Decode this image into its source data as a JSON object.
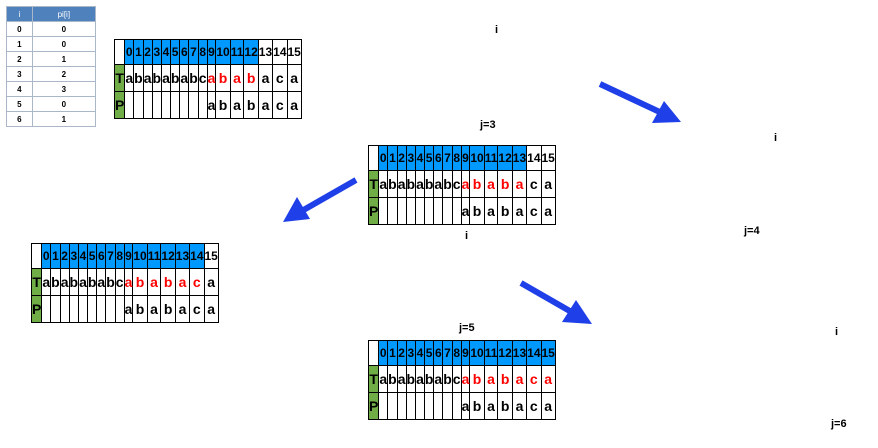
{
  "pi_table": {
    "headers": [
      "i",
      "pi[i]"
    ],
    "rows": [
      [
        "0",
        "0"
      ],
      [
        "1",
        "0"
      ],
      [
        "2",
        "1"
      ],
      [
        "3",
        "2"
      ],
      [
        "4",
        "3"
      ],
      [
        "5",
        "0"
      ],
      [
        "6",
        "1"
      ]
    ]
  },
  "steps": [
    {
      "indices": [
        "0",
        "1",
        "2",
        "3",
        "4",
        "5",
        "6",
        "7",
        "8",
        "9",
        "10",
        "11",
        "12",
        "13",
        "14",
        "15"
      ],
      "row_labels": [
        "T",
        "P"
      ],
      "text": [
        "a",
        "b",
        "a",
        "b",
        "a",
        "b",
        "a",
        "b",
        "c",
        "a",
        "b",
        "a",
        "b",
        "a",
        "c",
        "a"
      ],
      "pattern": [
        "",
        "",
        "",
        "",
        "",
        "",
        "",
        "",
        "",
        "a",
        "b",
        "a",
        "b",
        "a",
        "c",
        "a"
      ],
      "i_label": "i",
      "j_label": "j=3"
    },
    {
      "indices": [
        "0",
        "1",
        "2",
        "3",
        "4",
        "5",
        "6",
        "7",
        "8",
        "9",
        "10",
        "11",
        "12",
        "13",
        "14",
        "15"
      ],
      "row_labels": [
        "T",
        "P"
      ],
      "text": [
        "a",
        "b",
        "a",
        "b",
        "a",
        "b",
        "a",
        "b",
        "c",
        "a",
        "b",
        "a",
        "b",
        "a",
        "c",
        "a"
      ],
      "pattern": [
        "",
        "",
        "",
        "",
        "",
        "",
        "",
        "",
        "",
        "a",
        "b",
        "a",
        "b",
        "a",
        "c",
        "a"
      ],
      "i_label": "i",
      "j_label": "j=4"
    },
    {
      "indices": [
        "0",
        "1",
        "2",
        "3",
        "4",
        "5",
        "6",
        "7",
        "8",
        "9",
        "10",
        "11",
        "12",
        "13",
        "14",
        "15"
      ],
      "row_labels": [
        "T",
        "P"
      ],
      "text": [
        "a",
        "b",
        "a",
        "b",
        "a",
        "b",
        "a",
        "b",
        "c",
        "a",
        "b",
        "a",
        "b",
        "a",
        "c",
        "a"
      ],
      "pattern": [
        "",
        "",
        "",
        "",
        "",
        "",
        "",
        "",
        "",
        "a",
        "b",
        "a",
        "b",
        "a",
        "c",
        "a"
      ],
      "i_label": "i",
      "j_label": "j=5"
    },
    {
      "indices": [
        "0",
        "1",
        "2",
        "3",
        "4",
        "5",
        "6",
        "7",
        "8",
        "9",
        "10",
        "11",
        "12",
        "13",
        "14",
        "15"
      ],
      "row_labels": [
        "T",
        "P"
      ],
      "text": [
        "a",
        "b",
        "a",
        "b",
        "a",
        "b",
        "a",
        "b",
        "c",
        "a",
        "b",
        "a",
        "b",
        "a",
        "c",
        "a"
      ],
      "pattern": [
        "",
        "",
        "",
        "",
        "",
        "",
        "",
        "",
        "",
        "a",
        "b",
        "a",
        "b",
        "a",
        "c",
        "a"
      ],
      "i_label": "i",
      "j_label": "j=6"
    }
  ],
  "colors": {
    "index_header": "#0099ff",
    "row_label": "#70ad47",
    "matched": "#ff0000",
    "arrow": "#1f3fe8"
  }
}
